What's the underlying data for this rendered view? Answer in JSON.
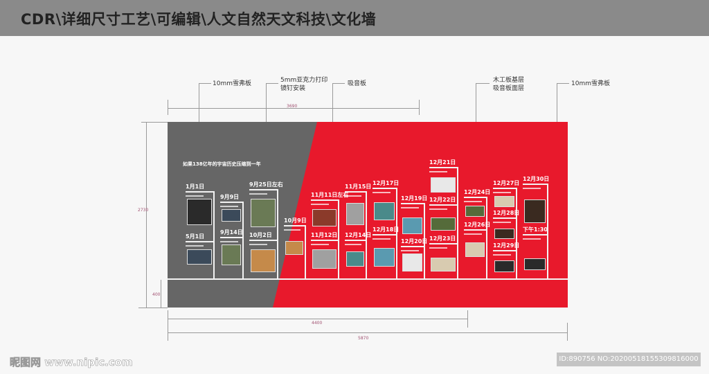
{
  "header": {
    "title": "CDR\\详细尺寸工艺\\可编辑\\人文自然天文科技\\文化墙"
  },
  "annotations": [
    "10mm雪弗板",
    "5mm亚克力打印\n镜钉安装",
    "吸音板",
    "木工板基层\n吸音板面层",
    "10mm雪弗板"
  ],
  "dimensions": {
    "top": "3690",
    "height": "2730",
    "base": "400",
    "bottom_inner": "4400",
    "bottom_total": "5870"
  },
  "wall": {
    "intro": "如果138亿年的宇宙历史压缩到一年",
    "colors": {
      "gray": "#666666",
      "red": "#e8192c"
    },
    "columns": [
      [
        "1月1日",
        "5月1日"
      ],
      [
        "9月9日",
        "9月14日"
      ],
      [
        "9月25日左右",
        "10月2日"
      ],
      [
        "10月9日"
      ],
      [
        "11月11日左右",
        "11月12日"
      ],
      [
        "11月15日",
        "12月14日"
      ],
      [
        "12月17日",
        "12月18日"
      ],
      [
        "12月19日",
        "12月20日"
      ],
      [
        "12月21日",
        "12月22日",
        "12月23日"
      ],
      [
        "12月24日",
        "12月26日"
      ],
      [
        "12月27日",
        "12月28日",
        "12月29日"
      ],
      [
        "12月30日",
        "下午1:30"
      ]
    ]
  },
  "watermark": {
    "site": "昵图网 www.nipic.com",
    "id": "ID:890756 NO:20200518155309816000"
  }
}
